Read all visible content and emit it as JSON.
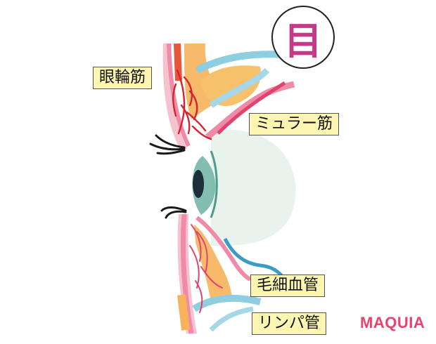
{
  "badge": {
    "character": "目"
  },
  "labels": {
    "orbicularis": "眼輪筋",
    "muller": "ミュラー筋",
    "capillary": "毛細血管",
    "lymph": "リンパ管"
  },
  "brand": "MAQUIA",
  "colors": {
    "badge": "#c33a86",
    "label_bg": "#fdf6b2",
    "brand": "#e8436f",
    "muscle_red": "#d8232e",
    "skin_pink": "#f2a8bd",
    "fat_orange": "#f6b35a",
    "lymph_blue": "#3b9cc4",
    "eye_teal": "#4f9a8a"
  }
}
